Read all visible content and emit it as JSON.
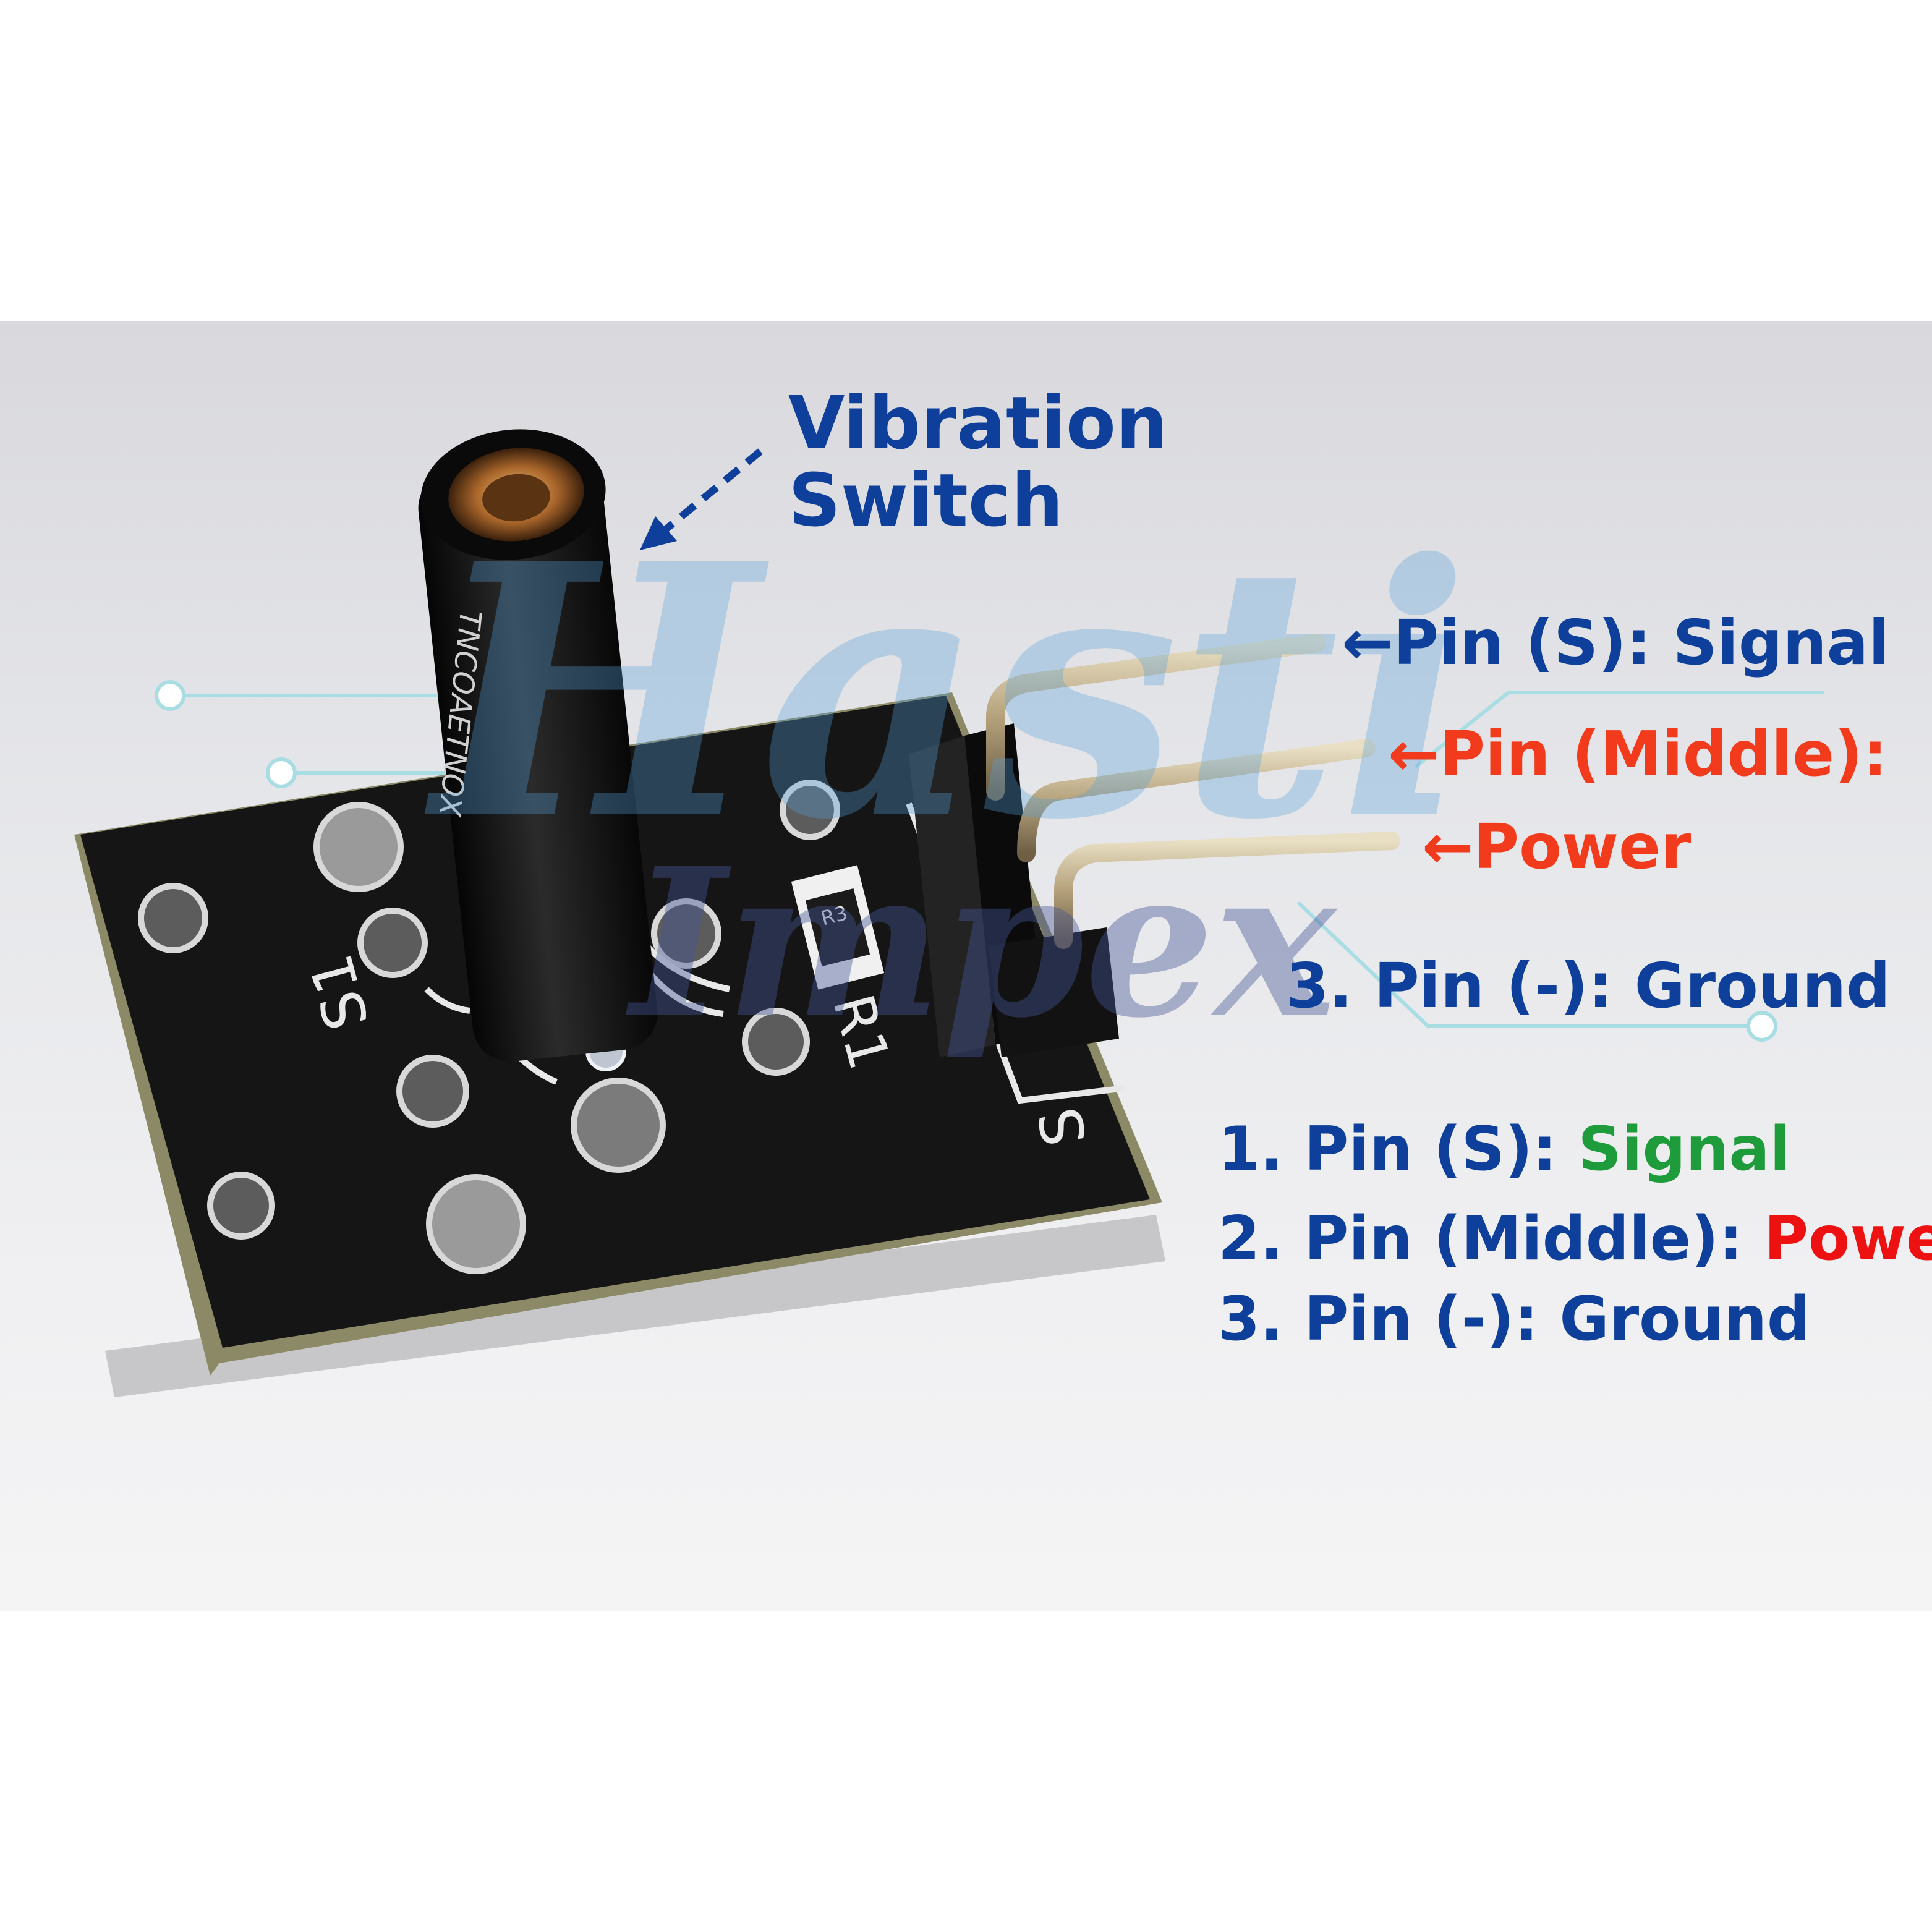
{
  "callouts": {
    "vibration_switch_line1": "Vibration",
    "vibration_switch_line2": "Switch",
    "pin_signal": "Pin (S): Signal",
    "pin_middle": "Pin (Middle):",
    "pin_power": "Power",
    "pin_ground": "3. Pin (-): Ground",
    "arrow_glyph": "←"
  },
  "legend": {
    "item1_prefix": "1. Pin (S): ",
    "item1_value": "Signal",
    "item2_prefix": "2. Pin (Middle): ",
    "item2_value": "Power",
    "item3_prefix": "3. Pin (-): ",
    "item3_value": "Ground"
  },
  "board_markings": {
    "switch_label": "S1",
    "resistor_label": "R1",
    "pin_label": "S",
    "resistor_code": "R3",
    "switch_print": "TNCOAETNOX"
  },
  "watermark": {
    "line1": "Hasti",
    "line2": "Impex"
  },
  "colors": {
    "label_blue": "#0e3f9a",
    "label_orange": "#f23a1c",
    "signal_green": "#1e9b3a",
    "power_red": "#ee1111",
    "pcb_black": "#151515",
    "pin_gold": "#b5a27c"
  }
}
